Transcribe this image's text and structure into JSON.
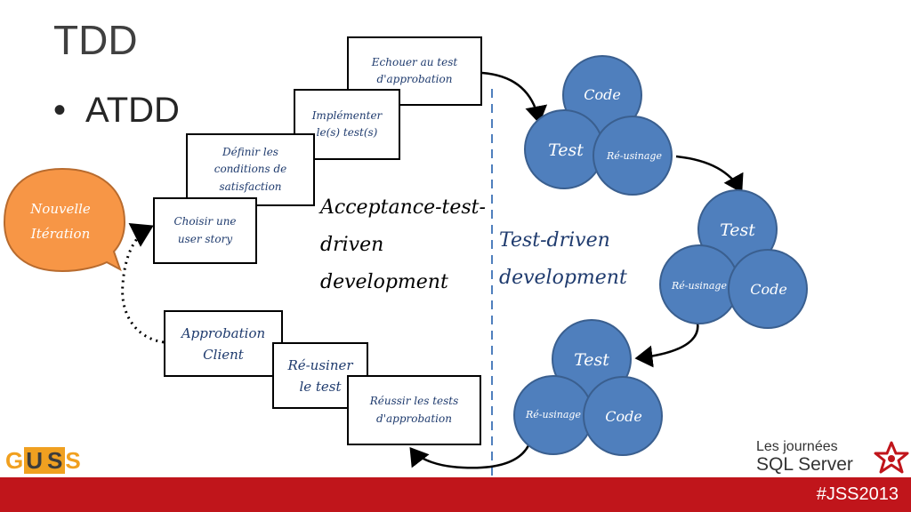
{
  "slide": {
    "title": "TDD",
    "bullet": "ATDD",
    "bullet_symbol": "•"
  },
  "atdd": {
    "boxes": [
      {
        "id": "echouer",
        "text": "Echouer au test d'approbation"
      },
      {
        "id": "implementer",
        "text": "Implémenter le(s) test(s)"
      },
      {
        "id": "definir",
        "text": "Définir les conditions de satisfaction"
      },
      {
        "id": "choisir",
        "text": "Choisir une user story"
      },
      {
        "id": "approbation",
        "text": "Approbation Client"
      },
      {
        "id": "reusiner",
        "text": "Ré-usiner le test"
      },
      {
        "id": "reussir",
        "text": "Réussir les tests d'approbation"
      }
    ],
    "label_line1": "Acceptance-test-",
    "label_line2": "driven",
    "label_line3": "development",
    "bubble_line1": "Nouvelle",
    "bubble_line2": "Itération"
  },
  "tdd": {
    "label_line1": "Test-driven",
    "label_line2": "development",
    "groups": [
      {
        "labels": [
          "Code",
          "Test",
          "Ré-usinage"
        ]
      },
      {
        "labels": [
          "Test",
          "Ré-usinage",
          "Code"
        ]
      },
      {
        "labels": [
          "Test",
          "Ré-usinage",
          "Code"
        ]
      }
    ]
  },
  "footer": {
    "hashtag": "#JSS2013",
    "guss_letters": [
      "G",
      "U",
      "S",
      "S"
    ],
    "jss_line1": "Les journées",
    "jss_line2": "SQL Server"
  },
  "colors": {
    "circle_fill": "#4f7fbd",
    "circle_stroke": "#3a5f8f",
    "bubble_fill": "#f79646",
    "bubble_stroke": "#b86b2e",
    "bar": "#c0151b",
    "box_text": "#1f3b6e"
  },
  "icons": [
    "star-logo-icon"
  ]
}
